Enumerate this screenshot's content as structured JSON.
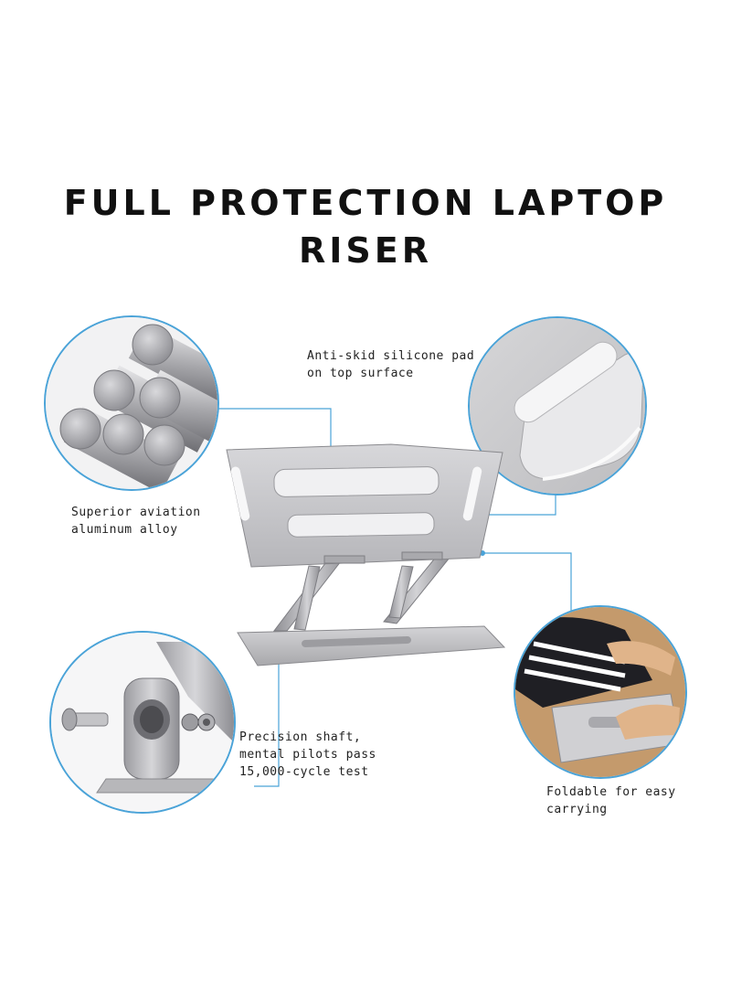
{
  "title": {
    "line1": "FULL PROTECTION LAPTOP",
    "line2": "RISER"
  },
  "features": {
    "alloy": {
      "line1": "Superior aviation",
      "line2": "aluminum alloy"
    },
    "pad": {
      "line1": "Anti-skid silicone pad",
      "line2": "on top surface"
    },
    "shaft": {
      "line1": "Precision shaft,",
      "line2": "mental pilots pass",
      "line3": "15,000-cycle test"
    },
    "fold": {
      "line1": "Foldable for easy",
      "line2": "carrying"
    }
  },
  "colors": {
    "accent": "#4aa3d8",
    "aluminum": "#c9c9cc",
    "text": "#111111"
  },
  "icons": [
    "aluminum-rods-photo",
    "silicone-pad-photo",
    "shaft-hinge-photo",
    "folded-stand-photo",
    "laptop-stand-photo"
  ]
}
